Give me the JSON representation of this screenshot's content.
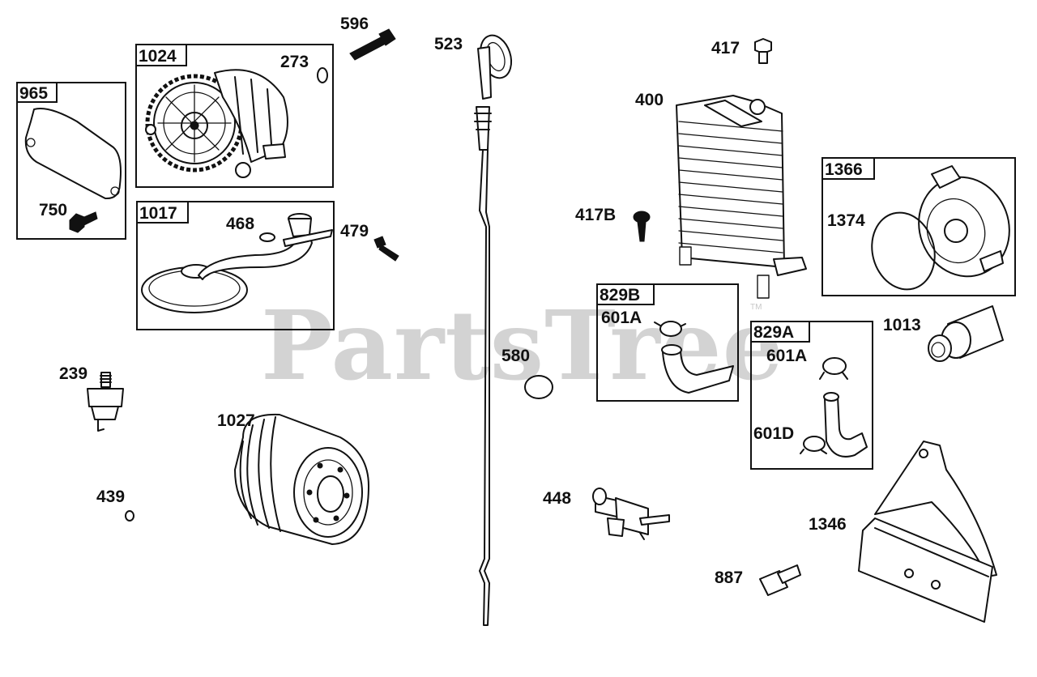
{
  "watermark": {
    "text": "PartsTree",
    "trademark": "TM"
  },
  "groups": [
    {
      "label": "965"
    },
    {
      "label": "1024"
    },
    {
      "label": "1017"
    },
    {
      "label": "829B"
    },
    {
      "label": "829A"
    },
    {
      "label": "1366"
    }
  ],
  "parts": [
    {
      "label": "596"
    },
    {
      "label": "523"
    },
    {
      "label": "417"
    },
    {
      "label": "273"
    },
    {
      "label": "400"
    },
    {
      "label": "750"
    },
    {
      "label": "468"
    },
    {
      "label": "479"
    },
    {
      "label": "417B"
    },
    {
      "label": "1374"
    },
    {
      "label": "601A"
    },
    {
      "label": "580"
    },
    {
      "label": "1013"
    },
    {
      "label": "601A"
    },
    {
      "label": "239"
    },
    {
      "label": "1027"
    },
    {
      "label": "601D"
    },
    {
      "label": "439"
    },
    {
      "label": "448"
    },
    {
      "label": "1346"
    },
    {
      "label": "887"
    }
  ]
}
